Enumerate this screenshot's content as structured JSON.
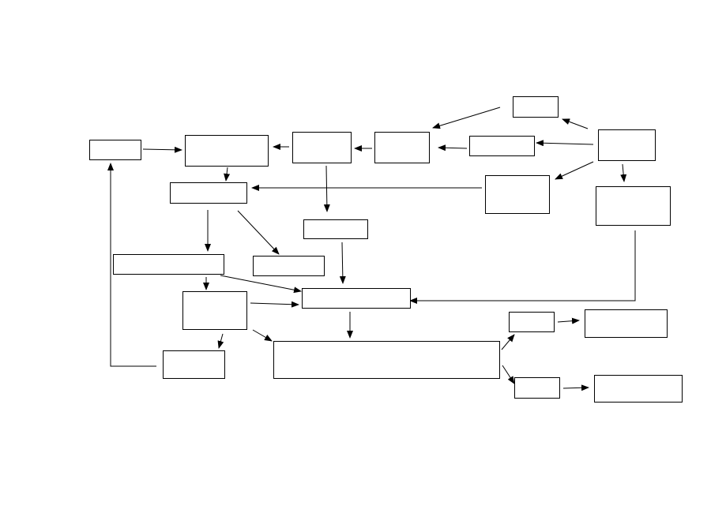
{
  "diagram": {
    "type": "flowchart",
    "nodes": [
      {
        "id": "n1",
        "label": ""
      },
      {
        "id": "n2",
        "label": ""
      },
      {
        "id": "n3",
        "label": ""
      },
      {
        "id": "n4",
        "label": ""
      },
      {
        "id": "n5",
        "label": ""
      },
      {
        "id": "n6",
        "label": ""
      },
      {
        "id": "n7",
        "label": ""
      },
      {
        "id": "n8",
        "label": ""
      },
      {
        "id": "n9",
        "label": ""
      },
      {
        "id": "n10",
        "label": ""
      },
      {
        "id": "n11",
        "label": ""
      },
      {
        "id": "n12",
        "label": ""
      },
      {
        "id": "n13",
        "label": ""
      },
      {
        "id": "n14",
        "label": ""
      },
      {
        "id": "n15",
        "label": ""
      },
      {
        "id": "n16",
        "label": ""
      },
      {
        "id": "n17",
        "label": ""
      },
      {
        "id": "n18",
        "label": ""
      },
      {
        "id": "n19",
        "label": ""
      },
      {
        "id": "n20",
        "label": ""
      },
      {
        "id": "n21",
        "label": ""
      },
      {
        "id": "n22",
        "label": ""
      },
      {
        "id": "n23",
        "label": ""
      }
    ],
    "edges": [
      {
        "from": "n1",
        "to": "n2"
      },
      {
        "from": "n3",
        "to": "n2"
      },
      {
        "from": "n4",
        "to": "n3"
      },
      {
        "from": "n5",
        "to": "n4"
      },
      {
        "from": "n6",
        "to": "n5"
      },
      {
        "from": "n6",
        "to": "n7"
      },
      {
        "from": "n6",
        "to": "n8"
      },
      {
        "from": "n6",
        "to": "n9"
      },
      {
        "from": "n7",
        "to": "n4"
      },
      {
        "from": "n2",
        "to": "n10"
      },
      {
        "from": "n8",
        "to": "n10"
      },
      {
        "from": "n3",
        "to": "n11"
      },
      {
        "from": "n10",
        "to": "n12"
      },
      {
        "from": "n10",
        "to": "n13"
      },
      {
        "from": "n11",
        "to": "n14"
      },
      {
        "from": "n12",
        "to": "n14"
      },
      {
        "from": "n9",
        "to": "n14"
      },
      {
        "from": "n12",
        "to": "n15"
      },
      {
        "from": "n15",
        "to": "n14"
      },
      {
        "from": "n15",
        "to": "n16"
      },
      {
        "from": "n16",
        "to": "n1"
      },
      {
        "from": "n14",
        "to": "n17"
      },
      {
        "from": "n15",
        "to": "n17"
      },
      {
        "from": "n17",
        "to": "n18"
      },
      {
        "from": "n17",
        "to": "n19"
      },
      {
        "from": "n18",
        "to": "n20"
      },
      {
        "from": "n19",
        "to": "n21"
      }
    ]
  }
}
